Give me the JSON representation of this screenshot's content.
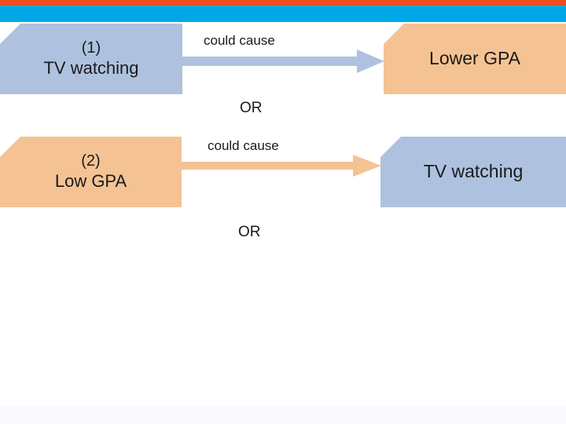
{
  "slide": {
    "decor": {
      "top_bar_orange_color": "#E8511E",
      "top_bar_cyan_color": "#00A8E6",
      "bottom_band_color": "#FAFAFE",
      "background_color": "#FFFFFF"
    },
    "palette": {
      "blue_box_color": "#AEC2E0",
      "peach_box_color": "#F5C393",
      "text_color": "#1A1A1A"
    }
  },
  "diagram": {
    "type": "causal-alternatives",
    "rows": [
      {
        "id": "row-1",
        "number": "(1)",
        "source": {
          "number": "(1)",
          "label": "TV watching",
          "color": "#AEC2E0",
          "color_name": "blue"
        },
        "connector": {
          "label": "could cause",
          "color": "#AEC2E0",
          "direction": "right"
        },
        "target": {
          "label": "Lower GPA",
          "color": "#F5C393",
          "color_name": "peach"
        }
      },
      {
        "id": "row-2",
        "number": "(2)",
        "source": {
          "number": "(2)",
          "label": "Low GPA",
          "color": "#F5C393",
          "color_name": "peach"
        },
        "connector": {
          "label": "could cause",
          "color": "#F5C393",
          "direction": "right"
        },
        "target": {
          "label": "TV watching",
          "color": "#AEC2E0",
          "color_name": "blue"
        }
      }
    ],
    "separators": [
      {
        "id": "or-1",
        "label": "OR"
      },
      {
        "id": "or-2",
        "label": "OR"
      }
    ]
  }
}
